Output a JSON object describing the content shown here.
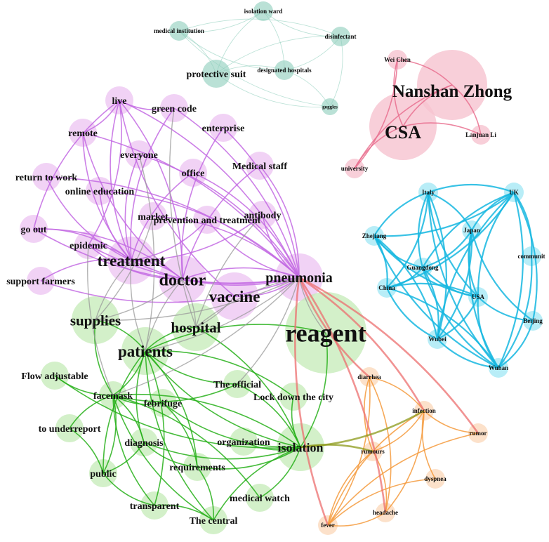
{
  "clusters": [
    {
      "id": "hospital-infra",
      "color": "#a9d9cc",
      "edge_color": "#8fcfbd",
      "nodes": [
        {
          "label": "isolation ward",
          "size": "s"
        },
        {
          "label": "medical institution",
          "size": "s"
        },
        {
          "label": "disinfectant",
          "size": "s"
        },
        {
          "label": "designated hospitals",
          "size": "s"
        },
        {
          "label": "protective suit",
          "size": "m"
        },
        {
          "label": "goggles",
          "size": "xs"
        }
      ],
      "edges": [
        [
          0,
          1
        ],
        [
          0,
          2
        ],
        [
          0,
          3
        ],
        [
          0,
          4
        ],
        [
          1,
          2
        ],
        [
          1,
          3
        ],
        [
          1,
          4
        ],
        [
          1,
          5
        ],
        [
          2,
          3
        ],
        [
          2,
          4
        ],
        [
          2,
          5
        ],
        [
          3,
          4
        ],
        [
          3,
          5
        ],
        [
          4,
          5
        ]
      ]
    },
    {
      "id": "experts",
      "color": "#f6c3cf",
      "edge_color": "#e9708f",
      "nodes": [
        {
          "label": "Wei Chen",
          "size": "s"
        },
        {
          "label": "Nanshan Zhong",
          "size": "xl"
        },
        {
          "label": "CSA",
          "size": "xl"
        },
        {
          "label": "Lanjuan Li",
          "size": "s"
        },
        {
          "label": "university",
          "size": "s"
        }
      ],
      "edges": [
        [
          0,
          1
        ],
        [
          0,
          2
        ],
        [
          0,
          4
        ],
        [
          1,
          2
        ],
        [
          1,
          3
        ],
        [
          1,
          4
        ],
        [
          2,
          3
        ],
        [
          2,
          4
        ]
      ]
    },
    {
      "id": "places",
      "color": "#a6e9f5",
      "edge_color": "#16b7e0",
      "nodes": [
        {
          "label": "Italy",
          "size": "s"
        },
        {
          "label": "UK",
          "size": "s"
        },
        {
          "label": "Zhejiang",
          "size": "s"
        },
        {
          "label": "Japan",
          "size": "s"
        },
        {
          "label": "communit",
          "size": "s"
        },
        {
          "label": "Guangdong",
          "size": "s"
        },
        {
          "label": "China",
          "size": "s"
        },
        {
          "label": "USA",
          "size": "s"
        },
        {
          "label": "Beijing",
          "size": "s"
        },
        {
          "label": "Wubei",
          "size": "s"
        },
        {
          "label": "Wuhan",
          "size": "s"
        }
      ],
      "edges": [
        [
          0,
          1
        ],
        [
          0,
          2
        ],
        [
          0,
          3
        ],
        [
          0,
          5
        ],
        [
          0,
          6
        ],
        [
          0,
          7
        ],
        [
          0,
          9
        ],
        [
          0,
          10
        ],
        [
          1,
          2
        ],
        [
          1,
          3
        ],
        [
          1,
          4
        ],
        [
          1,
          5
        ],
        [
          1,
          6
        ],
        [
          1,
          7
        ],
        [
          1,
          8
        ],
        [
          1,
          9
        ],
        [
          1,
          10
        ],
        [
          2,
          5
        ],
        [
          2,
          6
        ],
        [
          2,
          7
        ],
        [
          2,
          9
        ],
        [
          2,
          10
        ],
        [
          3,
          5
        ],
        [
          3,
          7
        ],
        [
          3,
          9
        ],
        [
          3,
          10
        ],
        [
          5,
          6
        ],
        [
          5,
          7
        ],
        [
          5,
          9
        ],
        [
          5,
          10
        ],
        [
          6,
          7
        ],
        [
          6,
          9
        ],
        [
          6,
          10
        ],
        [
          7,
          8
        ],
        [
          7,
          9
        ],
        [
          7,
          10
        ],
        [
          8,
          10
        ],
        [
          9,
          10
        ],
        [
          4,
          10
        ],
        [
          3,
          8
        ]
      ]
    },
    {
      "id": "society",
      "color": "#eec7f3",
      "edge_color": "#c36ae3",
      "nodes": [
        {
          "label": "live",
          "size": "m"
        },
        {
          "label": "green code",
          "size": "m"
        },
        {
          "label": "remote",
          "size": "m"
        },
        {
          "label": "enterprise",
          "size": "m"
        },
        {
          "label": "everyone",
          "size": "m"
        },
        {
          "label": "office",
          "size": "m"
        },
        {
          "label": "Medical staff",
          "size": "m"
        },
        {
          "label": "return to work",
          "size": "m"
        },
        {
          "label": "online education",
          "size": "m"
        },
        {
          "label": "market",
          "size": "m"
        },
        {
          "label": "prevention and treatment",
          "size": "m"
        },
        {
          "label": "antibody",
          "size": "m"
        },
        {
          "label": "go out",
          "size": "m"
        },
        {
          "label": "epidemic",
          "size": "m"
        },
        {
          "label": "treatment",
          "size": "l"
        },
        {
          "label": "doctor",
          "size": "l"
        },
        {
          "label": "pneumonia",
          "size": "l"
        },
        {
          "label": "support farmers",
          "size": "m"
        },
        {
          "label": "vaccine",
          "size": "l"
        }
      ],
      "edges": [
        [
          0,
          16
        ],
        [
          0,
          14
        ],
        [
          0,
          15
        ],
        [
          0,
          18
        ],
        [
          0,
          13
        ],
        [
          0,
          1
        ],
        [
          0,
          2
        ],
        [
          0,
          12
        ],
        [
          1,
          16
        ],
        [
          1,
          14
        ],
        [
          2,
          16
        ],
        [
          2,
          14
        ],
        [
          3,
          16
        ],
        [
          3,
          15
        ],
        [
          4,
          16
        ],
        [
          4,
          14
        ],
        [
          5,
          16
        ],
        [
          5,
          14
        ],
        [
          6,
          16
        ],
        [
          6,
          15
        ],
        [
          7,
          16
        ],
        [
          7,
          14
        ],
        [
          8,
          16
        ],
        [
          8,
          14
        ],
        [
          9,
          16
        ],
        [
          10,
          16
        ],
        [
          10,
          14
        ],
        [
          11,
          16
        ],
        [
          11,
          14
        ],
        [
          12,
          16
        ],
        [
          12,
          14
        ],
        [
          13,
          16
        ],
        [
          13,
          14
        ],
        [
          14,
          16
        ],
        [
          15,
          16
        ],
        [
          17,
          16
        ],
        [
          17,
          14
        ],
        [
          18,
          16
        ],
        [
          14,
          15
        ],
        [
          13,
          15
        ],
        [
          12,
          15
        ],
        [
          2,
          15
        ]
      ]
    },
    {
      "id": "measures",
      "color": "#c8ecbb",
      "edge_color": "#27b01a",
      "nodes": [
        {
          "label": "supplies",
          "size": "l"
        },
        {
          "label": "hospital",
          "size": "l"
        },
        {
          "label": "patients",
          "size": "l"
        },
        {
          "label": "reagent",
          "size": "xl"
        },
        {
          "label": "Flow adjustable",
          "size": "m"
        },
        {
          "label": "The official",
          "size": "m"
        },
        {
          "label": "facemask",
          "size": "m"
        },
        {
          "label": "febrifuge",
          "size": "m"
        },
        {
          "label": "Lock down the city",
          "size": "m"
        },
        {
          "label": "to underreport",
          "size": "m"
        },
        {
          "label": "diagnosis",
          "size": "m"
        },
        {
          "label": "organization",
          "size": "m"
        },
        {
          "label": "isolation",
          "size": "l"
        },
        {
          "label": "requirements",
          "size": "m"
        },
        {
          "label": "public",
          "size": "m"
        },
        {
          "label": "medical watch",
          "size": "m"
        },
        {
          "label": "transparent",
          "size": "m"
        },
        {
          "label": "The central",
          "size": "m"
        }
      ],
      "edges": [
        [
          2,
          6
        ],
        [
          2,
          12
        ],
        [
          2,
          3
        ],
        [
          2,
          10
        ],
        [
          2,
          13
        ],
        [
          2,
          14
        ],
        [
          2,
          16
        ],
        [
          2,
          17
        ],
        [
          6,
          4
        ],
        [
          6,
          9
        ],
        [
          6,
          14
        ],
        [
          6,
          16
        ],
        [
          6,
          12
        ],
        [
          6,
          7
        ],
        [
          6,
          10
        ],
        [
          6,
          17
        ],
        [
          6,
          15
        ],
        [
          7,
          12
        ],
        [
          7,
          13
        ],
        [
          10,
          13
        ],
        [
          10,
          14
        ],
        [
          11,
          12
        ],
        [
          5,
          12
        ],
        [
          8,
          12
        ],
        [
          12,
          15
        ],
        [
          12,
          17
        ],
        [
          12,
          13
        ],
        [
          12,
          3
        ],
        [
          13,
          17
        ],
        [
          14,
          16
        ],
        [
          9,
          14
        ],
        [
          4,
          12
        ],
        [
          0,
          2
        ],
        [
          1,
          2
        ],
        [
          1,
          12
        ],
        [
          0,
          6
        ],
        [
          16,
          17
        ],
        [
          10,
          12
        ],
        [
          5,
          6
        ],
        [
          2,
          5
        ],
        [
          2,
          8
        ]
      ]
    },
    {
      "id": "symptoms",
      "color": "#fbd9bd",
      "edge_color": "#f59a3c",
      "nodes": [
        {
          "label": "diarrhea",
          "size": "s"
        },
        {
          "label": "infection",
          "size": "s"
        },
        {
          "label": "rumor",
          "size": "s"
        },
        {
          "label": "rumours",
          "size": "s"
        },
        {
          "label": "dyspnea",
          "size": "s"
        },
        {
          "label": "headache",
          "size": "s"
        },
        {
          "label": "fever",
          "size": "s"
        }
      ],
      "edges": [
        [
          0,
          1
        ],
        [
          0,
          3
        ],
        [
          0,
          6
        ],
        [
          1,
          2
        ],
        [
          1,
          3
        ],
        [
          1,
          4
        ],
        [
          1,
          5
        ],
        [
          1,
          6
        ],
        [
          3,
          5
        ],
        [
          3,
          6
        ],
        [
          5,
          6
        ],
        [
          2,
          6
        ],
        [
          0,
          5
        ],
        [
          4,
          6
        ]
      ]
    }
  ],
  "bridges": [
    {
      "from": "pneumonia",
      "to": "infection",
      "color": "#ec6f6f"
    },
    {
      "from": "pneumonia",
      "to": "fever",
      "color": "#ec6f6f"
    },
    {
      "from": "pneumonia",
      "to": "headache",
      "color": "#ec6f6f"
    },
    {
      "from": "pneumonia",
      "to": "diarrhea",
      "color": "#ec6f6f"
    },
    {
      "from": "pneumonia",
      "to": "rumor",
      "color": "#ec6f6f"
    },
    {
      "from": "isolation",
      "to": "infection",
      "color": "#8c9a1a"
    },
    {
      "from": "isolation",
      "to": "rumours",
      "color": "#8c9a1a"
    },
    {
      "from": "hospital",
      "to": "doctor",
      "color": "#999999"
    },
    {
      "from": "hospital",
      "to": "pneumonia",
      "color": "#999999"
    },
    {
      "from": "hospital",
      "to": "vaccine",
      "color": "#999999"
    },
    {
      "from": "patients",
      "to": "treatment",
      "color": "#999999"
    },
    {
      "from": "patients",
      "to": "pneumonia",
      "color": "#999999"
    },
    {
      "from": "patients",
      "to": "doctor",
      "color": "#999999"
    },
    {
      "from": "supplies",
      "to": "pneumonia",
      "color": "#999999"
    },
    {
      "from": "supplies",
      "to": "treatment",
      "color": "#999999"
    },
    {
      "from": "supplies",
      "to": "doctor",
      "color": "#999999"
    },
    {
      "from": "reagent",
      "to": "pneumonia",
      "color": "#999999"
    },
    {
      "from": "facemask",
      "to": "pneumonia",
      "color": "#999999"
    },
    {
      "from": "facemask",
      "to": "epidemic",
      "color": "#999999"
    },
    {
      "from": "The official",
      "to": "pneumonia",
      "color": "#999999"
    },
    {
      "from": "hospital",
      "to": "green code",
      "color": "#9a9a9a"
    },
    {
      "from": "supplies",
      "to": "market",
      "color": "#999999"
    },
    {
      "from": "hospital",
      "to": "antibody",
      "color": "#999999"
    },
    {
      "from": "patients",
      "to": "everyone",
      "color": "#999999"
    }
  ]
}
